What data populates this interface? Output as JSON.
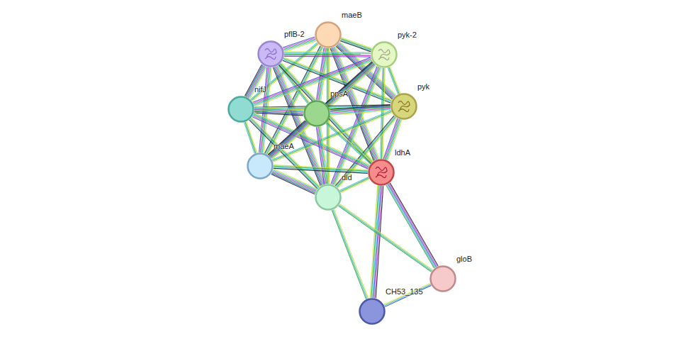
{
  "diagram": {
    "nodes": [
      {
        "text": [
          "maeB"
        ]
      },
      {
        "text": [
          "pflB-2"
        ]
      },
      {
        "text": [
          "pyk-2"
        ]
      },
      {
        "text": [
          "pyk"
        ]
      },
      {
        "text": [
          "nifJ"
        ]
      },
      {
        "text": [
          "ppsA"
        ]
      },
      {
        "text": [
          "maeA"
        ]
      },
      {
        "text": [
          "ldhA"
        ]
      },
      {
        "text": [
          "dld"
        ]
      },
      {
        "text": [
          "gloB"
        ]
      },
      {
        "text": [
          "CH53_135"
        ]
      }
    ],
    "edges": [
      {
        "from": 0,
        "to": 1,
        "arrow": "none"
      },
      {
        "from": 0,
        "to": 2,
        "arrow": "none"
      },
      {
        "from": 0,
        "to": 3,
        "arrow": "none"
      },
      {
        "from": 0,
        "to": 4,
        "arrow": "none"
      },
      {
        "from": 0,
        "to": 5,
        "arrow": "none"
      },
      {
        "from": 0,
        "to": 6,
        "arrow": "none"
      },
      {
        "from": 0,
        "to": 7,
        "arrow": "none"
      },
      {
        "from": 0,
        "to": 8,
        "arrow": "none"
      },
      {
        "from": 1,
        "to": 2,
        "arrow": "none"
      },
      {
        "from": 1,
        "to": 3,
        "arrow": "none"
      },
      {
        "from": 1,
        "to": 4,
        "arrow": "none"
      },
      {
        "from": 1,
        "to": 5,
        "arrow": "none"
      },
      {
        "from": 1,
        "to": 6,
        "arrow": "none"
      },
      {
        "from": 1,
        "to": 7,
        "arrow": "none"
      },
      {
        "from": 1,
        "to": 8,
        "arrow": "none"
      },
      {
        "from": 2,
        "to": 3,
        "arrow": "none"
      },
      {
        "from": 2,
        "to": 4,
        "arrow": "none"
      },
      {
        "from": 2,
        "to": 5,
        "arrow": "none"
      },
      {
        "from": 2,
        "to": 6,
        "arrow": "none"
      },
      {
        "from": 2,
        "to": 7,
        "arrow": "none"
      },
      {
        "from": 2,
        "to": 8,
        "arrow": "none"
      },
      {
        "from": 3,
        "to": 4,
        "arrow": "none"
      },
      {
        "from": 3,
        "to": 5,
        "arrow": "none"
      },
      {
        "from": 3,
        "to": 6,
        "arrow": "none"
      },
      {
        "from": 3,
        "to": 7,
        "arrow": "none"
      },
      {
        "from": 3,
        "to": 8,
        "arrow": "none"
      },
      {
        "from": 4,
        "to": 5,
        "arrow": "none"
      },
      {
        "from": 4,
        "to": 6,
        "arrow": "none"
      },
      {
        "from": 4,
        "to": 7,
        "arrow": "none"
      },
      {
        "from": 4,
        "to": 8,
        "arrow": "none"
      },
      {
        "from": 5,
        "to": 6,
        "arrow": "none"
      },
      {
        "from": 5,
        "to": 7,
        "arrow": "none"
      },
      {
        "from": 5,
        "to": 8,
        "arrow": "none"
      },
      {
        "from": 6,
        "to": 7,
        "arrow": "none"
      },
      {
        "from": 6,
        "to": 8,
        "arrow": "none"
      },
      {
        "from": 7,
        "to": 8,
        "arrow": "none"
      },
      {
        "from": 7,
        "to": 9,
        "arrow": "none"
      },
      {
        "from": 7,
        "to": 10,
        "arrow": "none"
      },
      {
        "from": 8,
        "to": 9,
        "arrow": "none"
      },
      {
        "from": 8,
        "to": 10,
        "arrow": "none"
      },
      {
        "from": 9,
        "to": 10,
        "arrow": "none"
      }
    ]
  }
}
